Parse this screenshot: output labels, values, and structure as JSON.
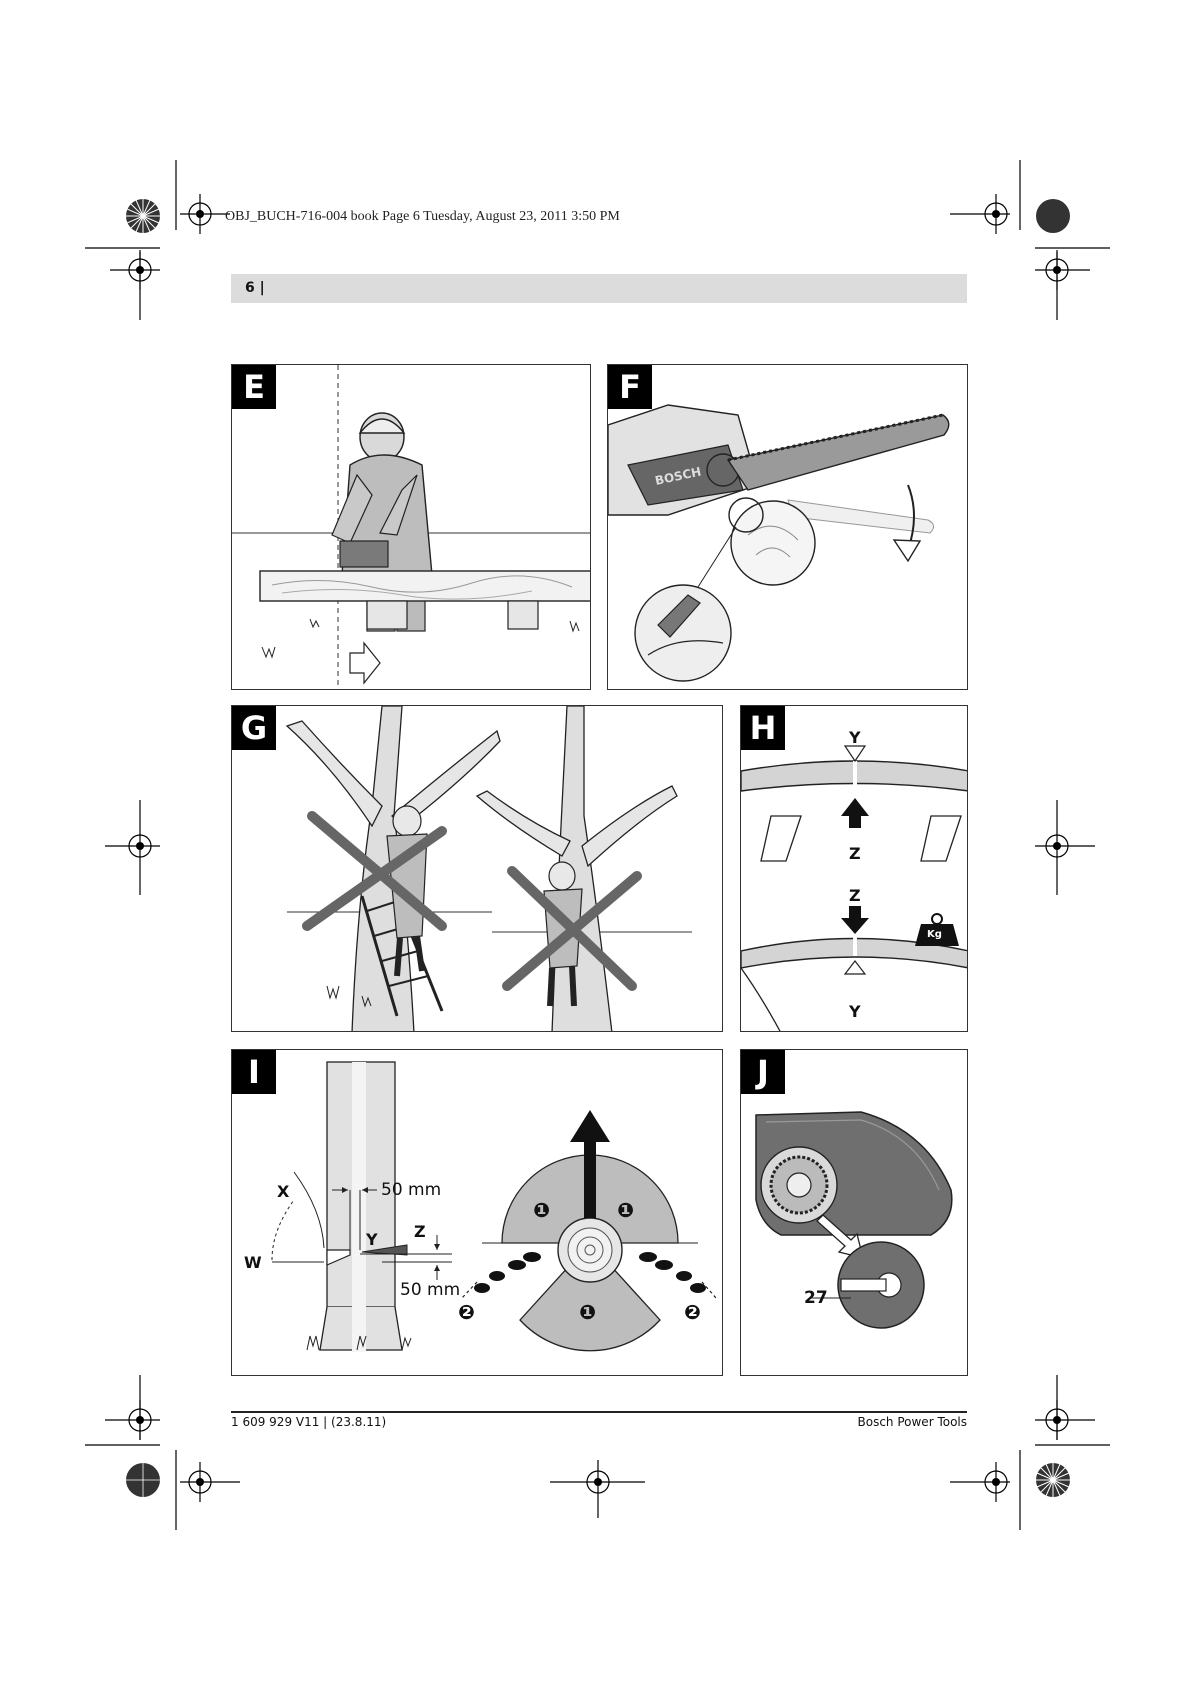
{
  "print_info": "OBJ_BUCH-716-004 book  Page 6  Tuesday, August 23, 2011  3:50 PM",
  "header": {
    "page_number": "6 |"
  },
  "panels": {
    "e": {
      "letter": "E"
    },
    "f": {
      "letter": "F",
      "logo_text": "BOSCH"
    },
    "g": {
      "letter": "G"
    },
    "h": {
      "letter": "H",
      "label_y_top": "Y",
      "label_z_top": "Z",
      "label_z_bottom": "Z",
      "label_y_bottom": "Y",
      "weight_label": "Kg"
    },
    "i": {
      "letter": "I",
      "label_x": "X",
      "label_w": "W",
      "label_y": "Y",
      "label_z": "Z",
      "dim_top": "50 mm",
      "dim_bottom": "50 mm",
      "zone_1": "❶",
      "zone_2": "❷"
    },
    "j": {
      "letter": "J",
      "callout_27": "27"
    }
  },
  "footer": {
    "left": "1 609 929 V11 | (23.8.11)",
    "right": "Bosch Power Tools"
  }
}
